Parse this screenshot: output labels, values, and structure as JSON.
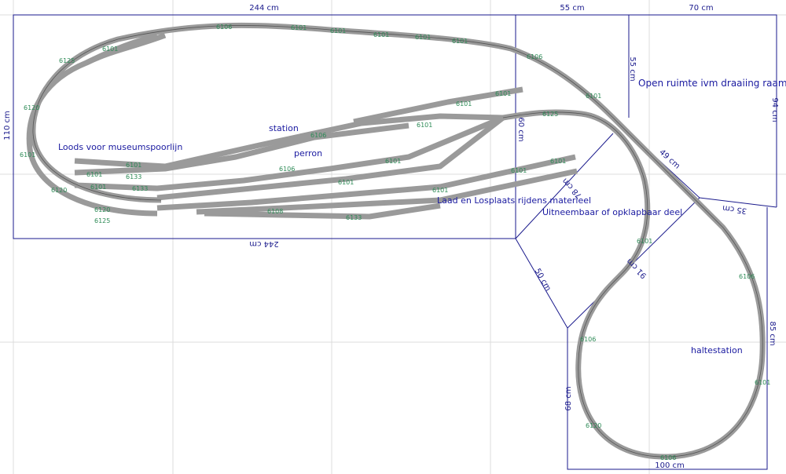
{
  "dimensions": {
    "top_main": "244 cm",
    "top_mid": "55 cm",
    "top_right": "70 cm",
    "left_side": "110 cm",
    "bottom_main": "244 cm",
    "right_side": "94 cm",
    "corner_vertical": "55 cm",
    "diag_49": "49 cm",
    "diag_35": "35 cm",
    "diag_78": "78 cm",
    "diag_50": "50 cm",
    "diag_91": "91 cm",
    "station_side": "60 cm",
    "right_lower": "85 cm",
    "lower_left": "68 cm",
    "bottom_lower": "100 cm"
  },
  "labels": {
    "shed": "Loods voor museumspoorlijn",
    "station": "station",
    "platform": "perron",
    "loading": "Laad en Losplaats rijdens materieel",
    "removable": "Uitneembaar of opklapbaar deel",
    "open_space": "Open ruimte ivm draaiing raam",
    "halt": "haltestation"
  },
  "track_codes": [
    "6101",
    "6106",
    "6125",
    "6120",
    "6136",
    "6133",
    "6112",
    "6108"
  ]
}
